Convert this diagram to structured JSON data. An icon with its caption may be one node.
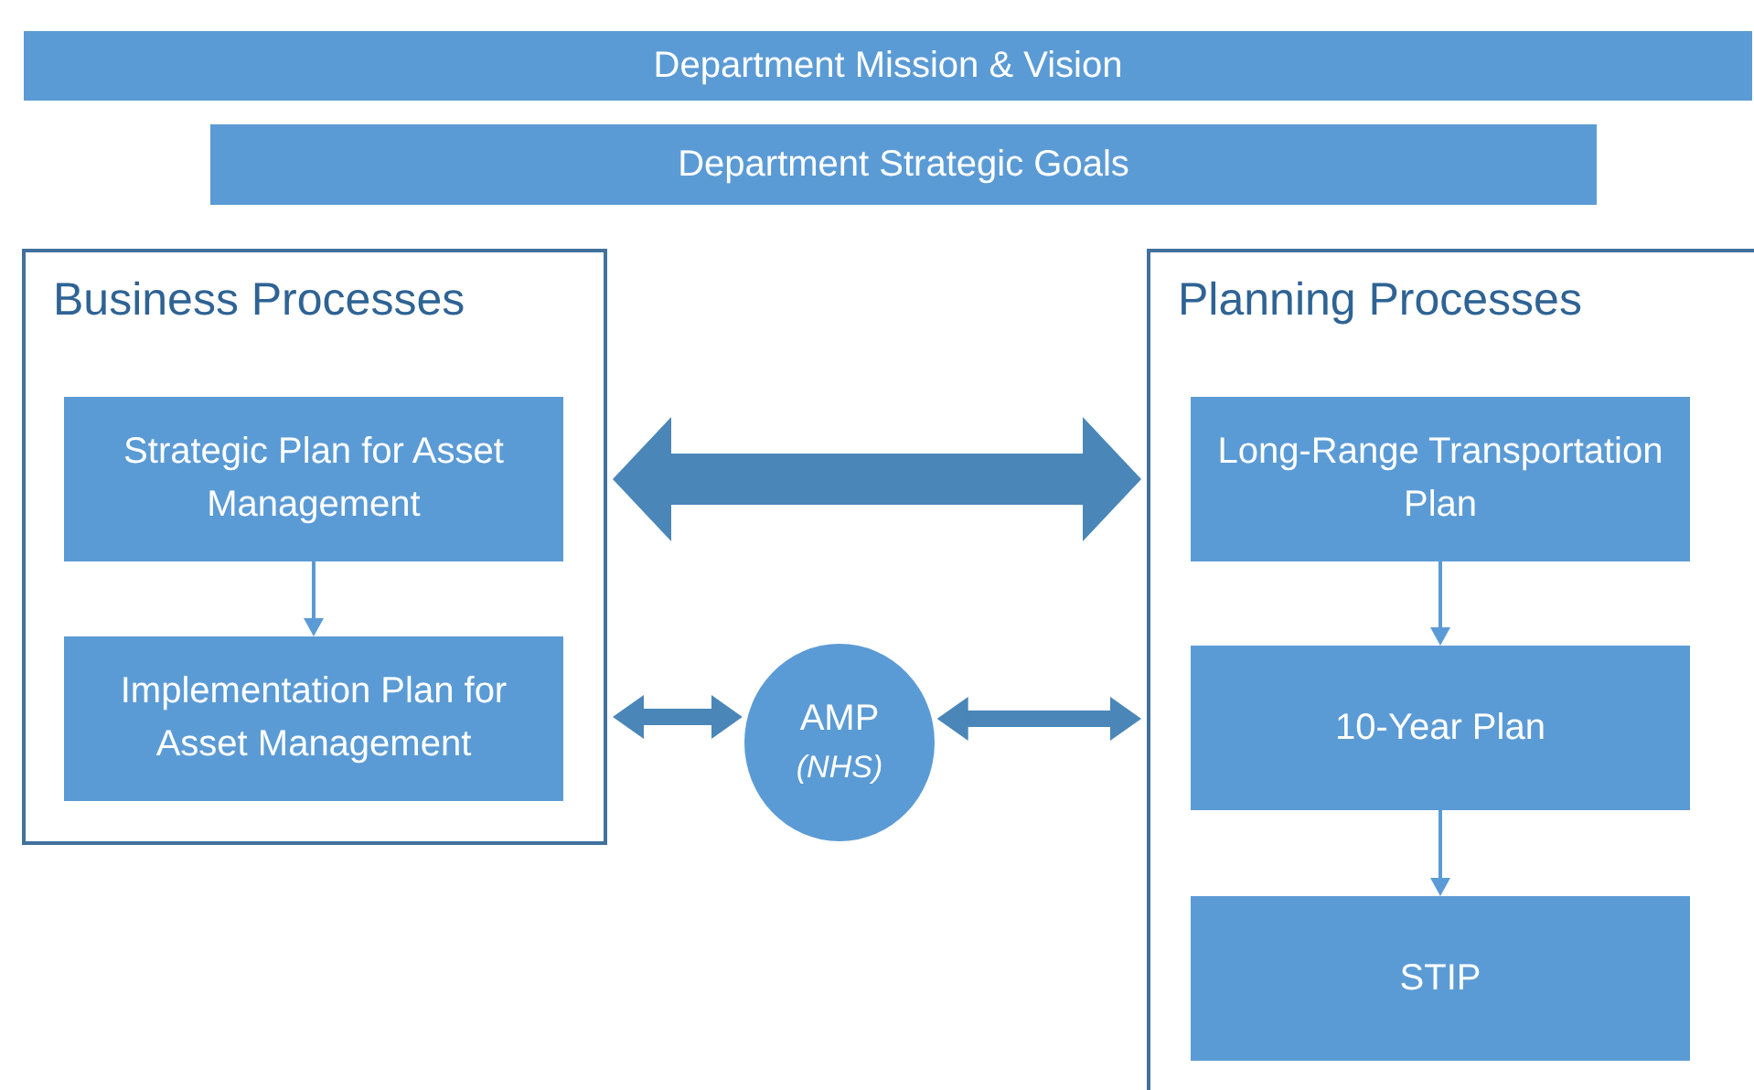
{
  "diagram": {
    "nodes": [
      {
        "text": [
          "Department Mission & Vision"
        ]
      },
      {
        "text": [
          "Department Strategic Goals"
        ]
      },
      {
        "text": [
          "Business Processes"
        ]
      },
      {
        "text": [
          "Strategic Plan for Asset Management"
        ],
        "in": 2
      },
      {
        "text": [
          "Implementation Plan for Asset Management"
        ],
        "in": 2
      },
      {
        "text": [
          "AMP",
          "(NHS)"
        ]
      },
      {
        "text": [
          "Planning Processes"
        ]
      },
      {
        "text": [
          "Long-Range Transportation Plan"
        ],
        "in": 6
      },
      {
        "text": [
          "10-Year Plan"
        ],
        "in": 6
      },
      {
        "text": [
          "STIP"
        ],
        "in": 6
      }
    ],
    "edges": [
      {
        "from": 3,
        "to": 4,
        "arrow": "to"
      },
      {
        "from": 7,
        "to": 8,
        "arrow": "to"
      },
      {
        "from": 8,
        "to": 9,
        "arrow": "to"
      },
      {
        "from": 2,
        "to": 6,
        "arrow": "both",
        "style": "thick",
        "color": "#4a86b8"
      },
      {
        "from": 2,
        "to": 5,
        "arrow": "both",
        "style": "thick",
        "color": "#4a86b8"
      },
      {
        "from": 5,
        "to": 6,
        "arrow": "both",
        "style": "thick",
        "color": "#4a86b8"
      }
    ]
  }
}
